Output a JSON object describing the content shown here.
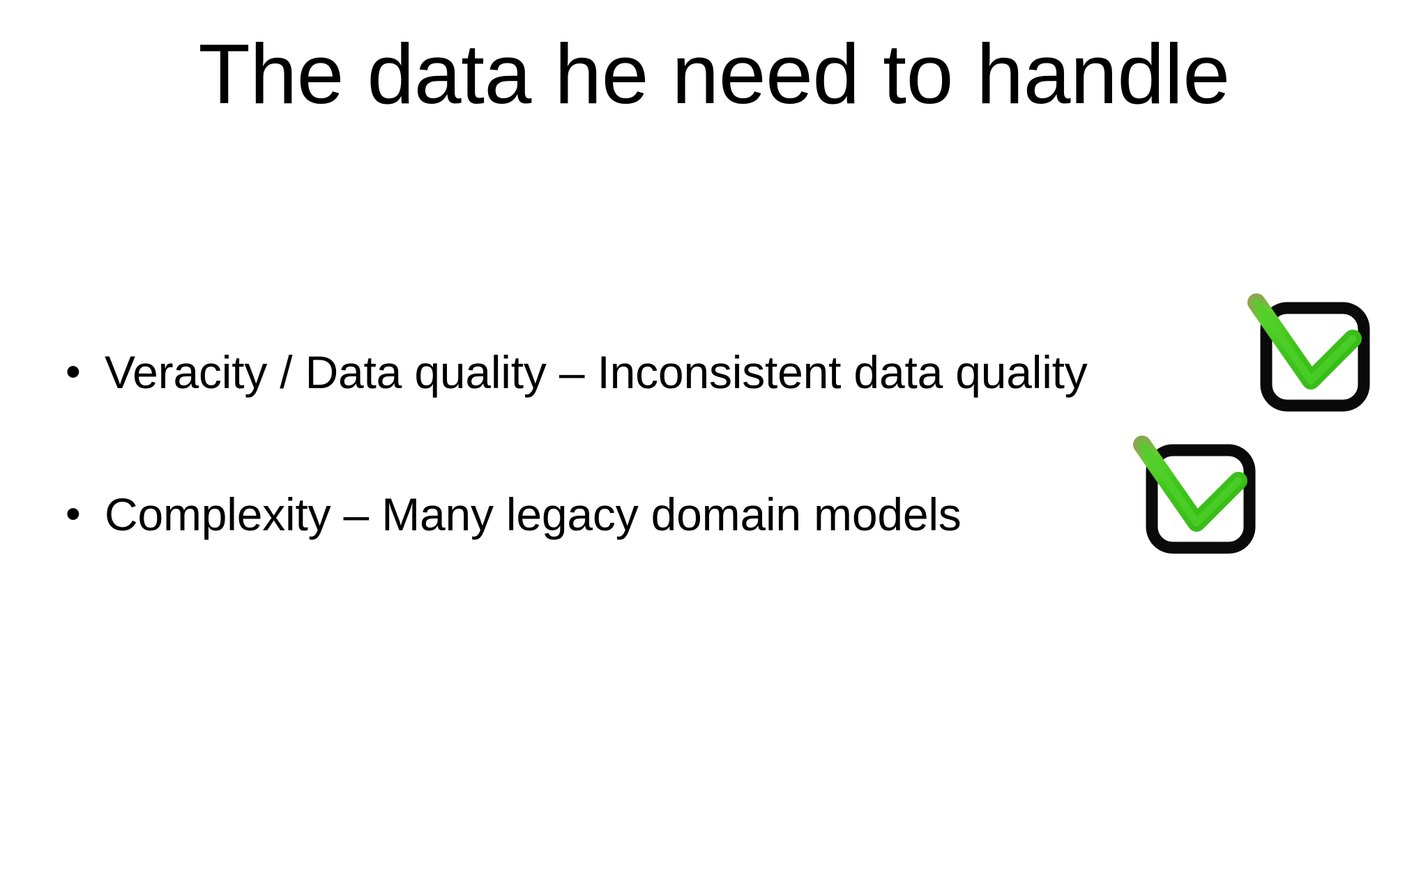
{
  "slide": {
    "background_color": "#ffffff",
    "title": "The data he need to handle",
    "bullets": [
      {
        "marker": "•",
        "text": "Veracity / Data quality – Inconsistent data quality",
        "icon": "checkbox-checked-icon"
      },
      {
        "marker": "•",
        "text": "Complexity – Many legacy domain models",
        "icon": "checkbox-checked-icon"
      }
    ],
    "colors": {
      "text": "#000000",
      "checkbox_border": "#0a0a0a",
      "checkmark_green": "#3fc41c",
      "checkmark_green_light": "#67d43c",
      "checkmark_green_dark": "#2ea80f",
      "checkmark_tip": "#9fb36a"
    }
  }
}
